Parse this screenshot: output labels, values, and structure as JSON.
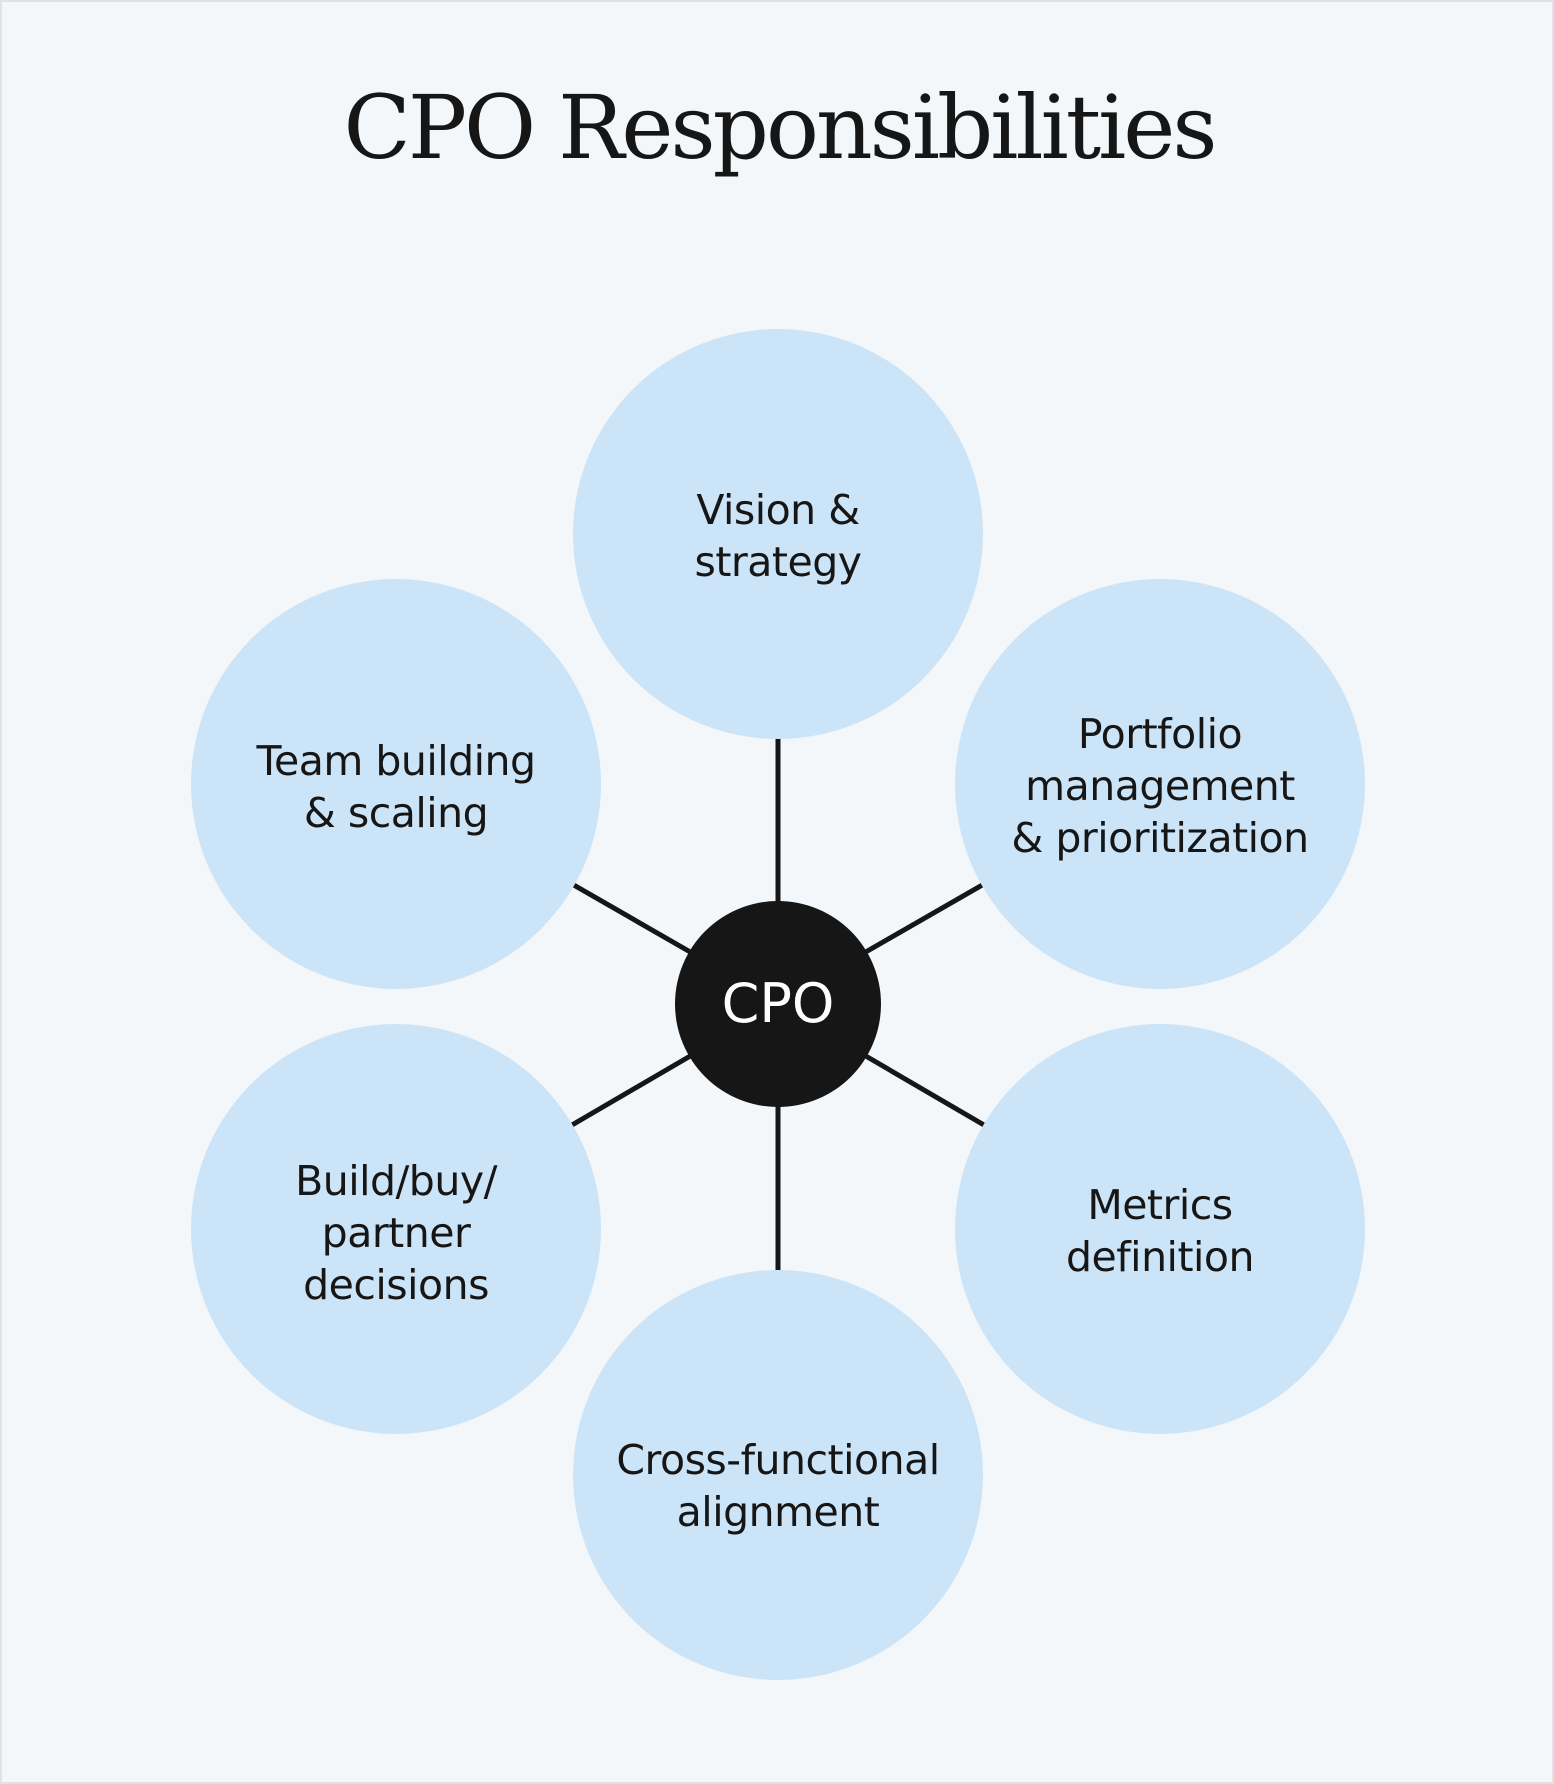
{
  "title": "CPO Responsibilities",
  "hub": {
    "label": "CPO"
  },
  "nodes": [
    {
      "id": "vision-strategy",
      "lines": [
        "Vision &",
        "strategy"
      ]
    },
    {
      "id": "portfolio-management",
      "lines": [
        "Portfolio",
        "management",
        "& prioritization"
      ]
    },
    {
      "id": "metrics-definition",
      "lines": [
        "Metrics",
        "definition"
      ]
    },
    {
      "id": "cross-functional-alignment",
      "lines": [
        "Cross-functional",
        "alignment"
      ]
    },
    {
      "id": "build-buy-partner",
      "lines": [
        "Build/buy/",
        "partner",
        "decisions"
      ]
    },
    {
      "id": "team-building",
      "lines": [
        "Team building",
        "& scaling"
      ]
    }
  ],
  "colors": {
    "background": "#f4f7f9",
    "node_fill": "#cce4f7",
    "hub_fill": "#161616",
    "text": "#161616",
    "hub_text": "#ffffff"
  }
}
